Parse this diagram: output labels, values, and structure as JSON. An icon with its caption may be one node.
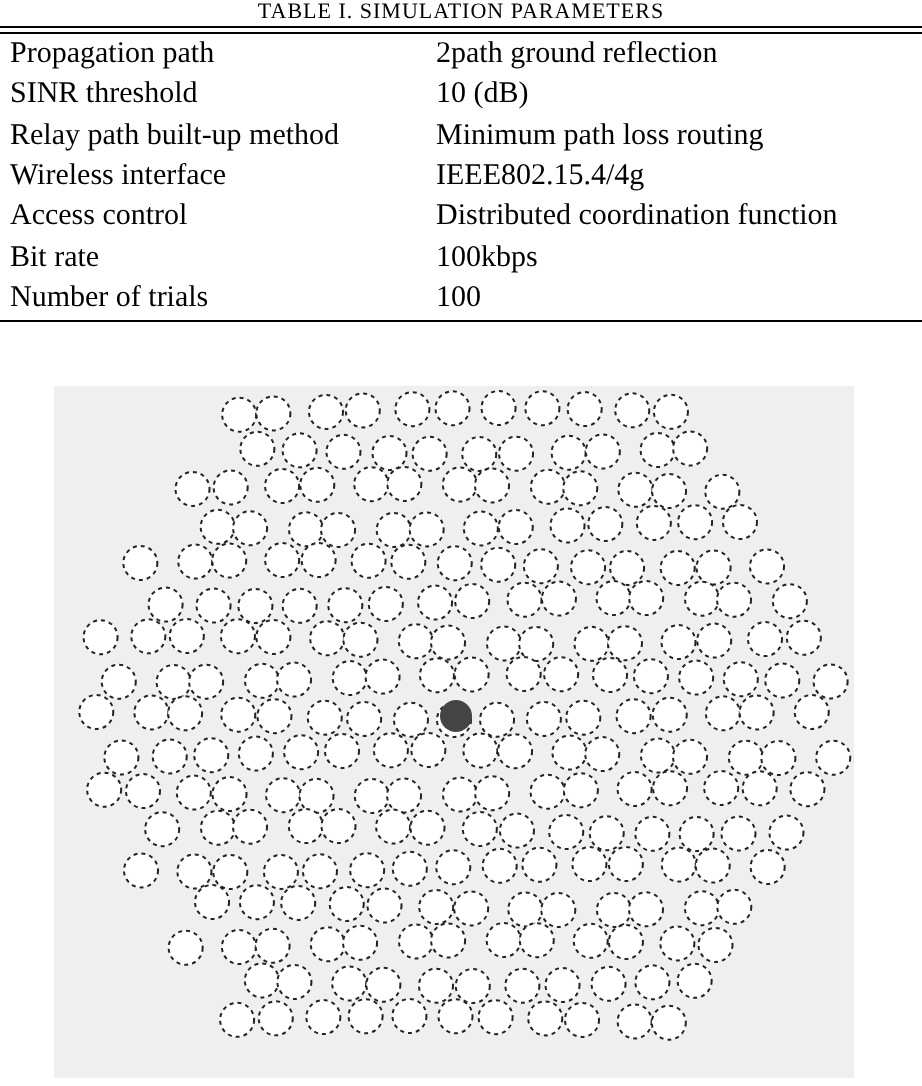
{
  "diagram": {
    "title": "TABLE I. SIMULATION PARAMETERS",
    "labels": [
      "Propagation path",
      "2path ground reflection",
      "SINR threshold",
      "10 (dB)",
      "Relay path built-up method",
      "Minimum path loss routing",
      "Wireless interface",
      "IEEE802.15.4/4g",
      "Access control",
      "Distributed coordination function",
      "Bit rate",
      "100kbps",
      "Number of trials",
      "100"
    ]
  }
}
